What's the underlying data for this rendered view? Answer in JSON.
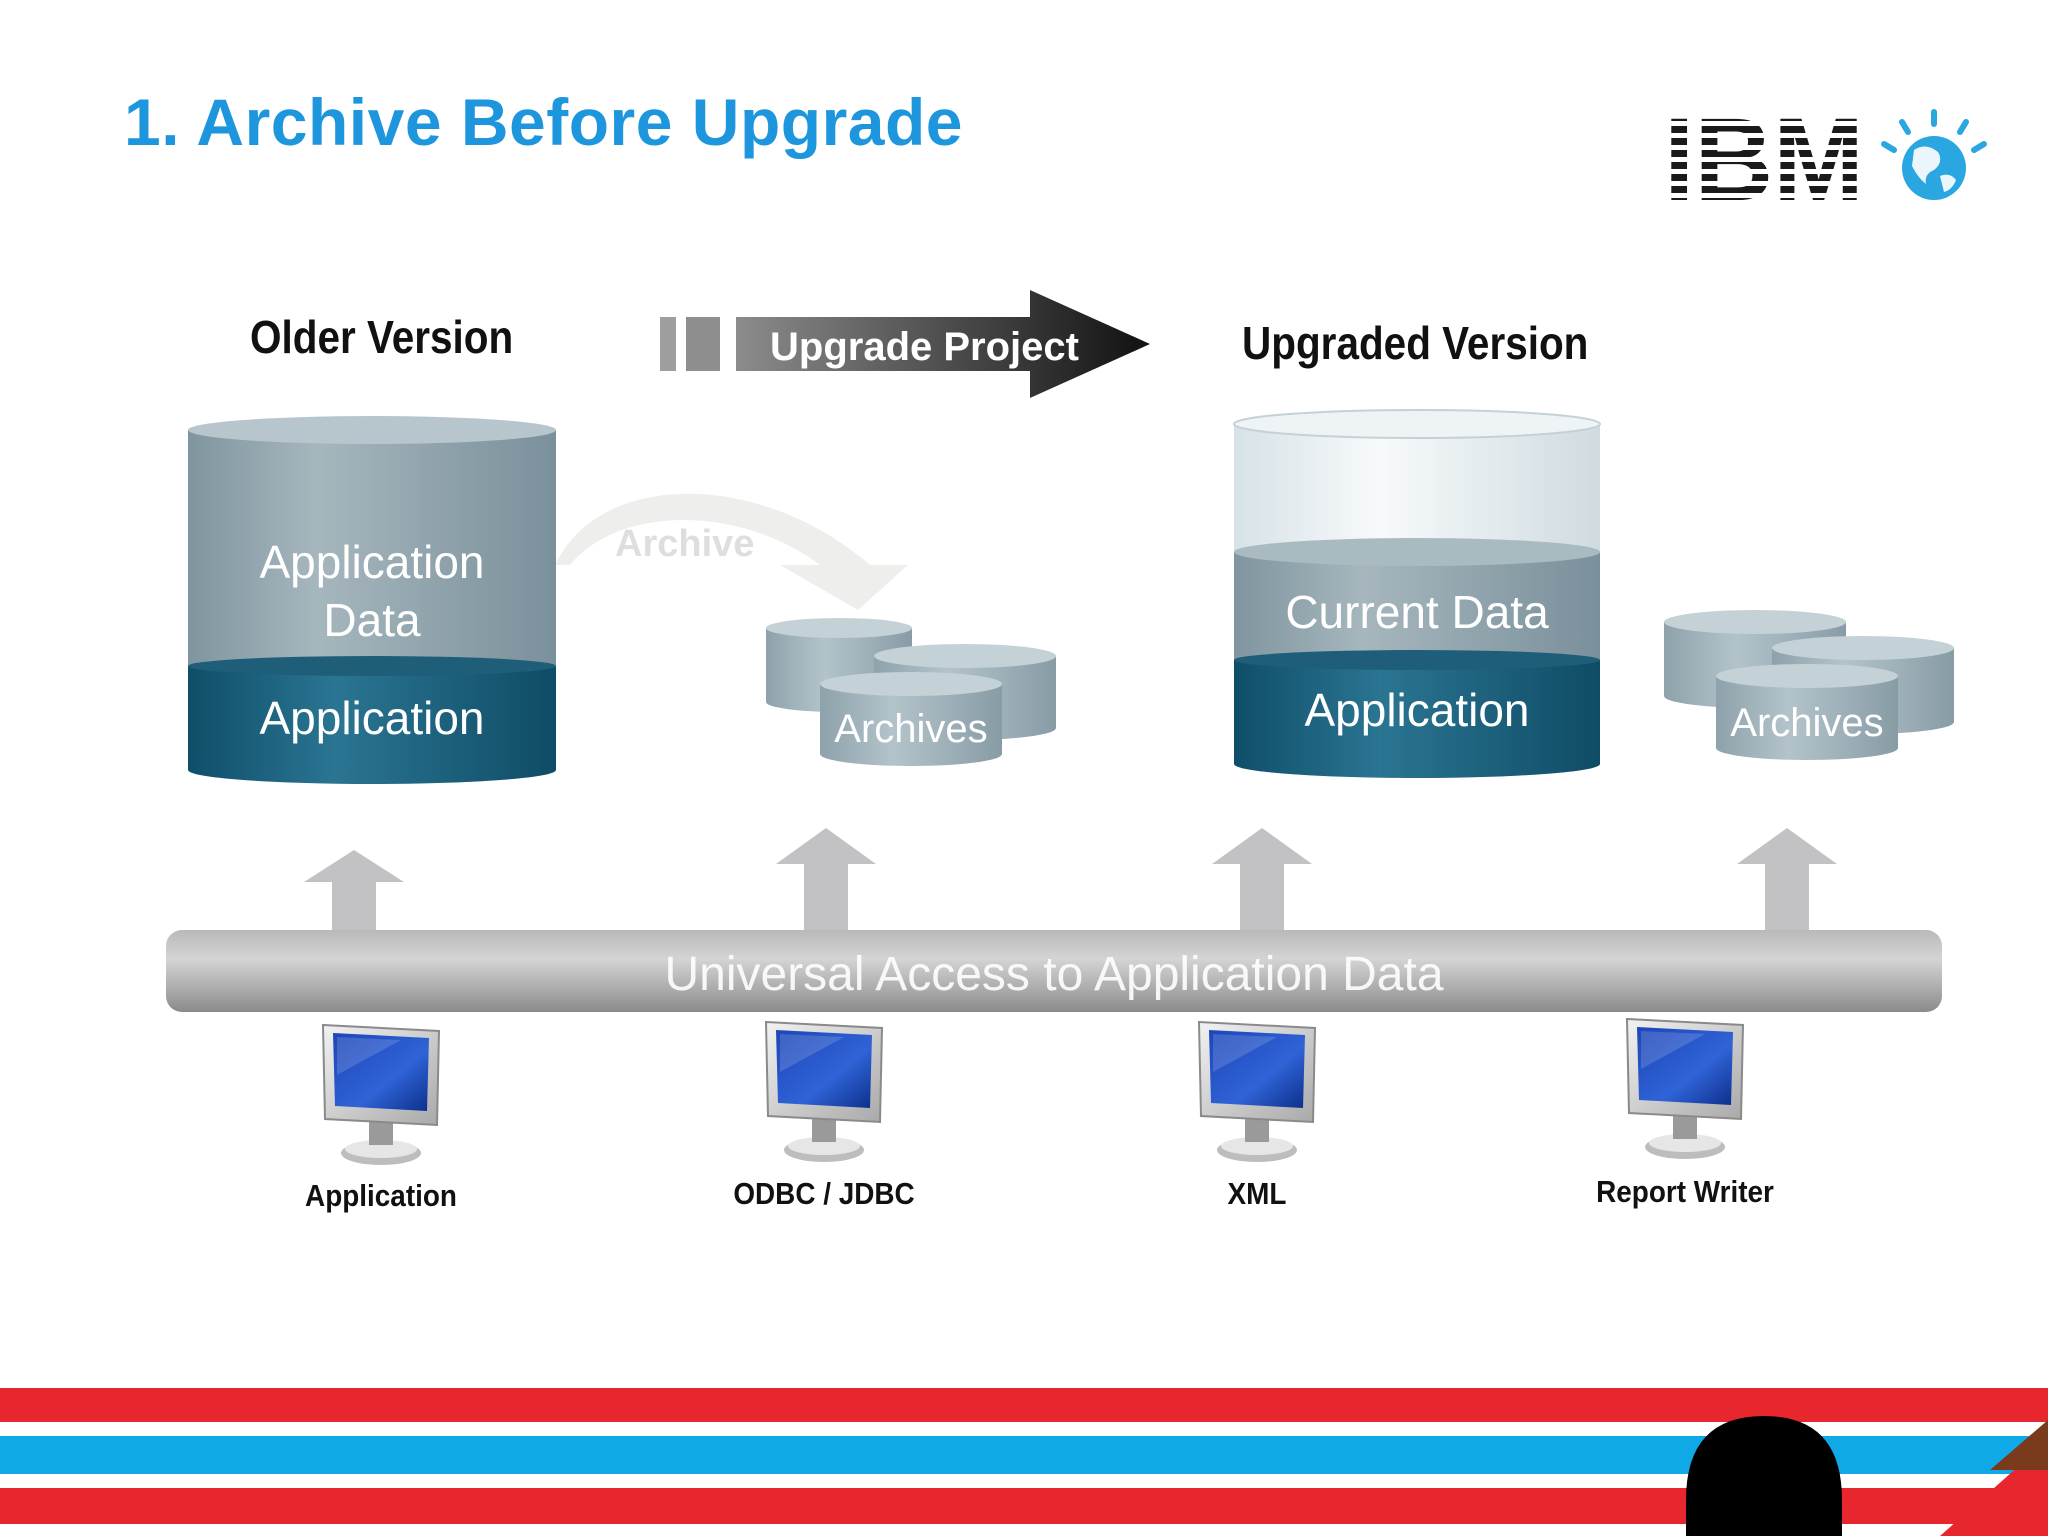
{
  "slide": {
    "title": "1. Archive Before Upgrade",
    "logo_text": "IBM"
  },
  "headers": {
    "older_version": "Older Version",
    "upgrade_project": "Upgrade Project",
    "upgraded_version": "Upgraded Version"
  },
  "older_db": {
    "data_label_line1": "Application",
    "data_label_line2": "Data",
    "app_label": "Application"
  },
  "archive_arrow_label": "Archive",
  "archives_label_left": "Archives",
  "upgraded_db": {
    "data_label": "Current Data",
    "app_label": "Application"
  },
  "archives_label_right": "Archives",
  "bus_label": "Universal Access to Application Data",
  "clients": [
    {
      "label": "Application",
      "icon": "monitor-icon"
    },
    {
      "label": "ODBC / JDBC",
      "icon": "monitor-icon"
    },
    {
      "label": "XML",
      "icon": "monitor-icon"
    },
    {
      "label": "Report Writer",
      "icon": "monitor-icon"
    }
  ],
  "colors": {
    "title_blue": "#1e96dd",
    "db_gray": "#8fa3ad",
    "db_teal": "#1d5f7c",
    "stripe_red": "#e8262d",
    "stripe_blue": "#10a9e8",
    "ibm_black": "#1a1a1a",
    "globe_blue": "#2aa6e0"
  }
}
